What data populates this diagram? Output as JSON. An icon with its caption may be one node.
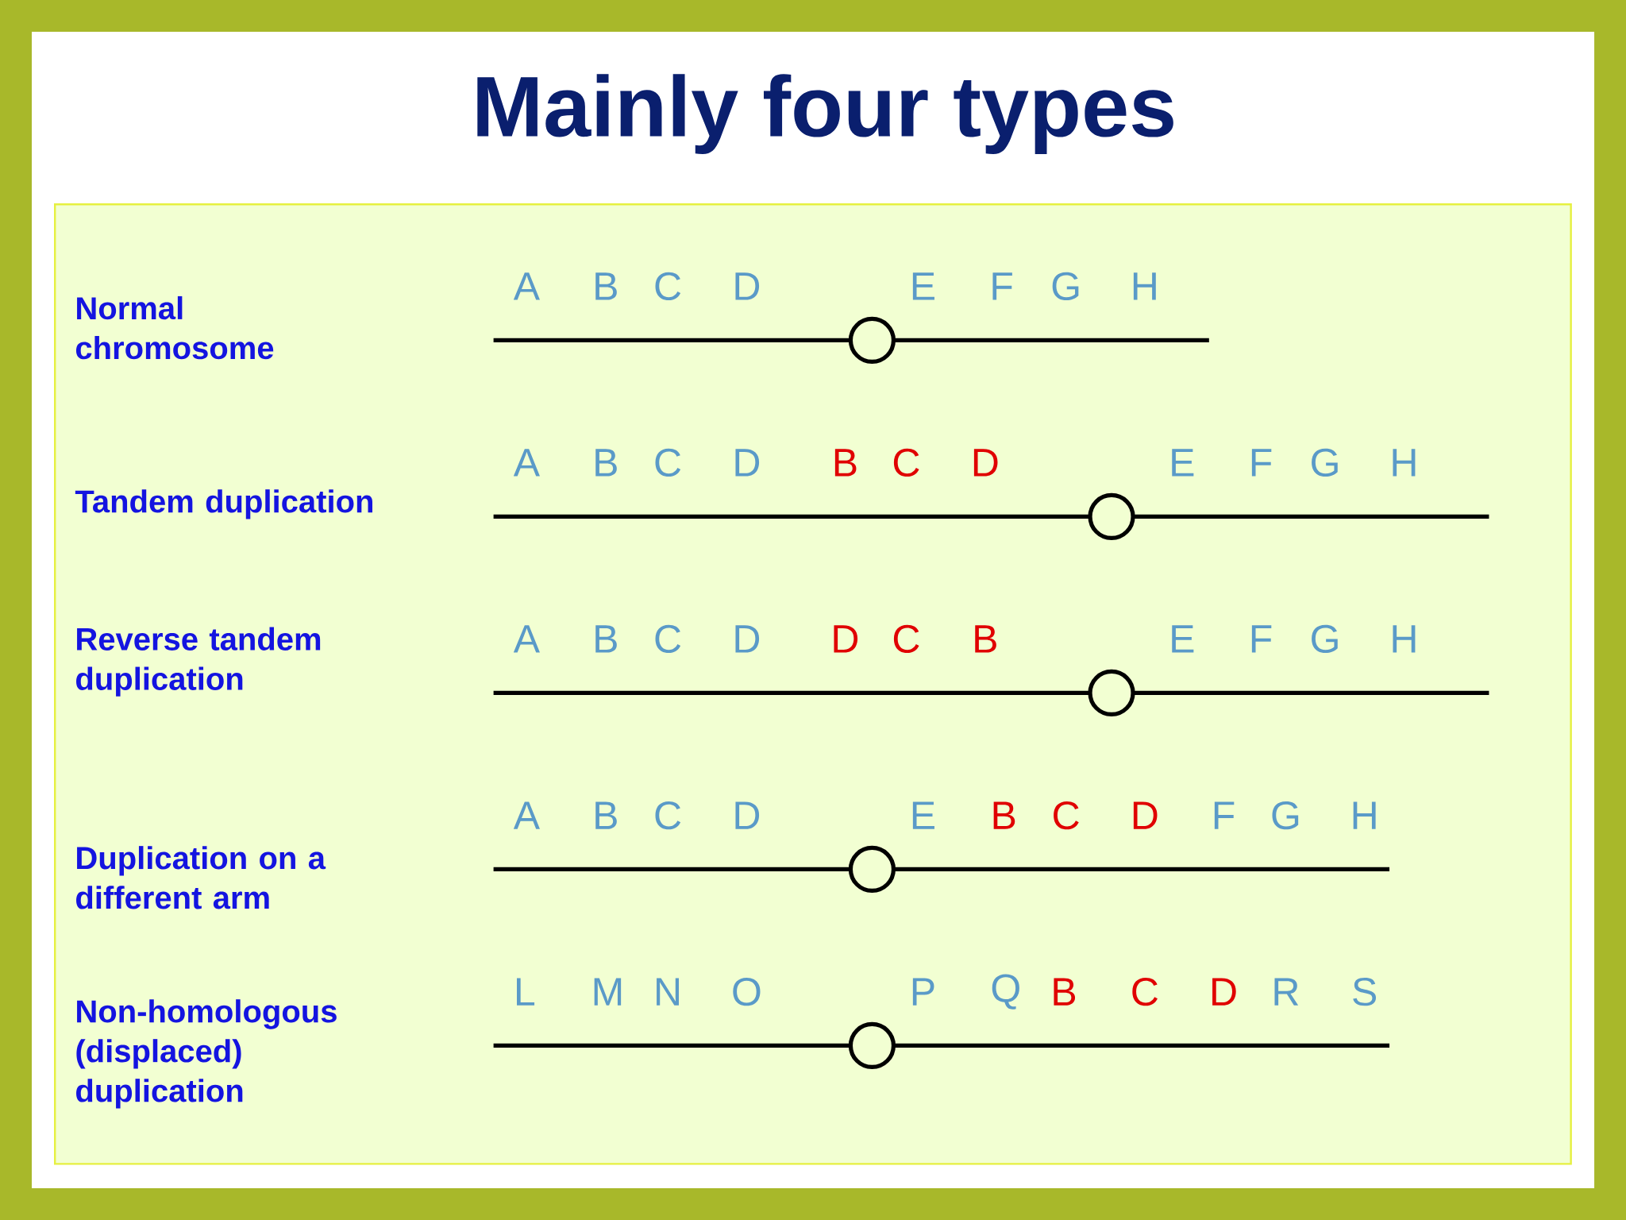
{
  "diagram": {
    "title": "Mainly four types",
    "labels": [
      "Normal chromosome",
      "A",
      "B",
      "C",
      "D",
      "E",
      "F",
      "G",
      "H",
      "Tandem duplication",
      "A",
      "B",
      "C",
      "D",
      "B",
      "C",
      "D",
      "E",
      "F",
      "G",
      "H",
      "Reverse tandem duplication",
      "A",
      "B",
      "C",
      "D",
      "D",
      "C",
      "B",
      "E",
      "F",
      "G",
      "H",
      "Duplication on a different arm",
      "A",
      "B",
      "C",
      "D",
      "E",
      "B",
      "C",
      "D",
      "F",
      "G",
      "H",
      "Non-homologous (displaced) duplication",
      "L",
      "M",
      "N",
      "O",
      "P",
      "Q",
      "B",
      "C",
      "D",
      "R",
      "S"
    ]
  }
}
